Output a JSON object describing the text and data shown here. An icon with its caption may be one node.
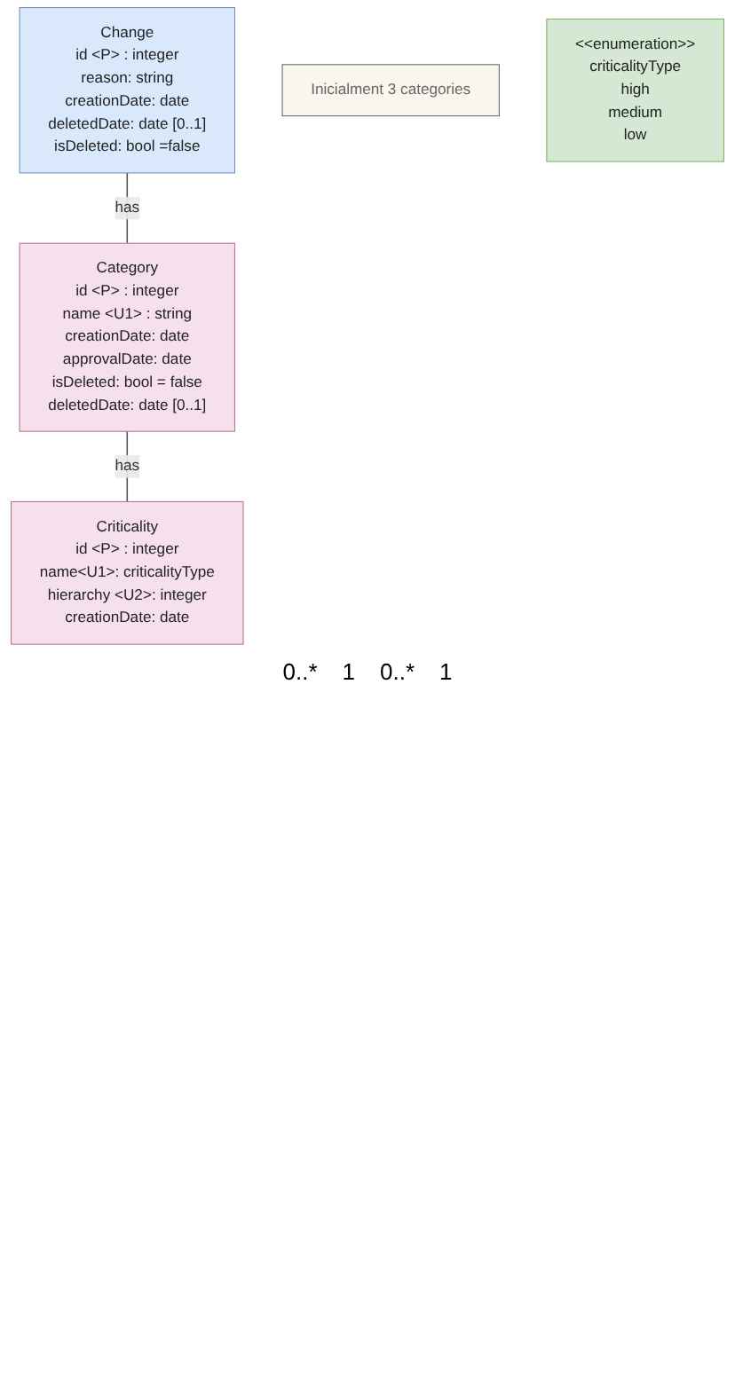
{
  "diagram": {
    "nodes": [
      {
        "text": [
          "Change",
          "id <P> : integer",
          "reason: string",
          "creationDate: date",
          "deletedDate: date [0..1]",
          "isDeleted: bool =false"
        ]
      },
      {
        "text": [
          "Inicialment 3 categories"
        ]
      },
      {
        "text": [
          "Category",
          "id <P> : integer",
          "name <U1> : string",
          "creationDate: date",
          "approvalDate: date",
          "isDeleted: bool = false",
          "deletedDate: date [0..1]"
        ]
      },
      {
        "text": [
          "<<enumeration>>",
          "criticalityType",
          "high",
          "medium",
          "low"
        ]
      },
      {
        "text": [
          "Criticality",
          "id <P> : integer",
          "name<U1>: criticalityType",
          "hierarchy <U2>: integer",
          "creationDate: date"
        ]
      }
    ],
    "edges": [
      {
        "from": 0,
        "to": 2,
        "arrow": "none",
        "label": "has"
      },
      {
        "from": 2,
        "to": 4,
        "arrow": "none",
        "label": "has"
      }
    ],
    "labels": [
      "0..*",
      "1",
      "0..*",
      "1"
    ]
  }
}
